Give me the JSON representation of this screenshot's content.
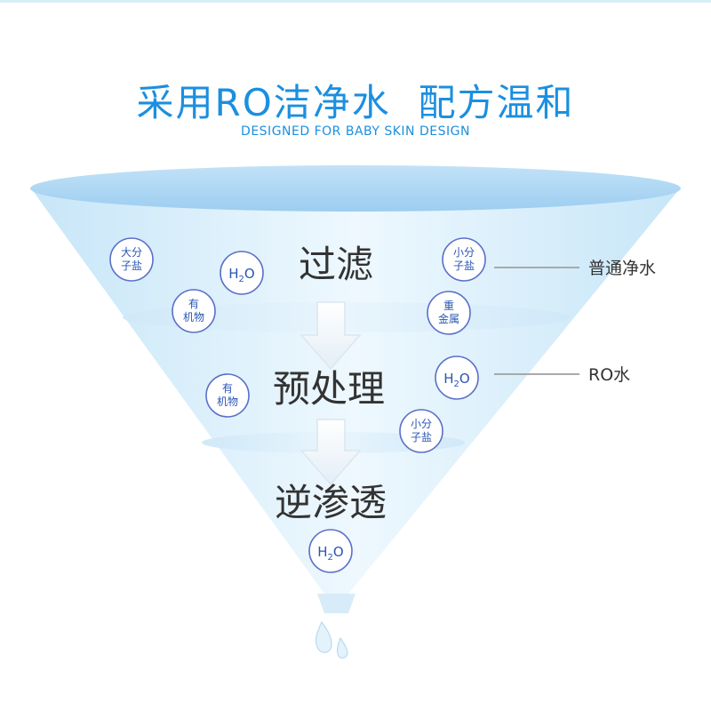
{
  "header": {
    "title": "采用RO洁净水  配方温和",
    "subtitle": "DESIGNED FOR BABY SKIN DESIGN"
  },
  "stages": [
    "过滤",
    "预处理",
    "逆渗透"
  ],
  "badges": {
    "large_salt": [
      "大分",
      "子盐"
    ],
    "small_salt": [
      "小分",
      "子盐"
    ],
    "organic": [
      "有",
      "机物"
    ],
    "heavy_metal": [
      "重",
      "金属"
    ],
    "h2o_main": "H",
    "h2o_sub": "2",
    "h2o_tail": "O"
  },
  "callouts": {
    "ordinary": "普通净水",
    "ro": "RO水"
  },
  "colors": {
    "accent": "#1b8fe0",
    "badge_ring": "#5a6fc8",
    "funnel_fill": "#d6eefb",
    "rim": "#a9d4f2"
  }
}
